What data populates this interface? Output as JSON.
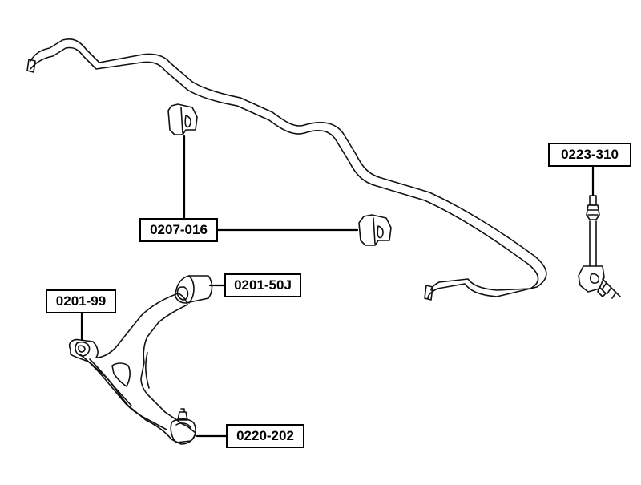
{
  "parts": [
    {
      "id": "stabilizer-bushing",
      "part_number": "0207-016"
    },
    {
      "id": "stabilizer-link",
      "part_number": "0223-310"
    },
    {
      "id": "lower-arm-front-bushing",
      "part_number": "0201-99"
    },
    {
      "id": "lower-arm-rear-bushing",
      "part_number": "0201-50J"
    },
    {
      "id": "ball-joint",
      "part_number": "0220-202"
    }
  ],
  "colors": {
    "line": "#000000",
    "background": "#ffffff",
    "label_border": "#000000"
  }
}
